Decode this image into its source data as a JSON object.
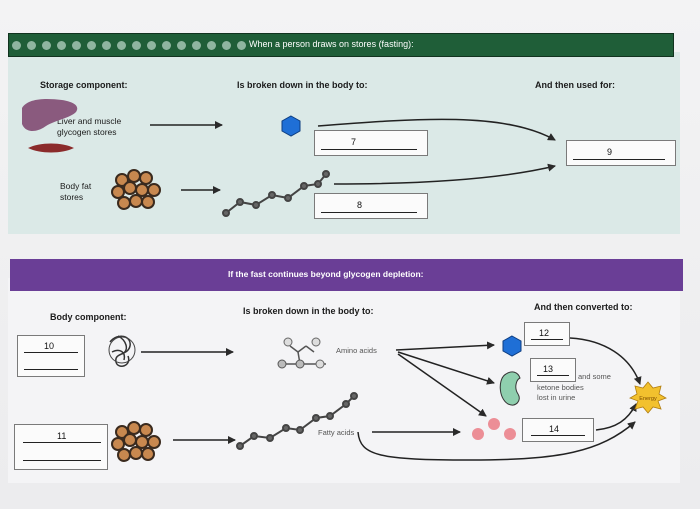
{
  "banner_top": {
    "title": "When a person draws on stores (fasting):"
  },
  "top_headers": {
    "storage": "Storage component:",
    "broken_down": "Is broken down in the body to:",
    "used_for": "And then used for:"
  },
  "top_labels": {
    "liver_line1": "Liver and muscle",
    "liver_line2": "glycogen stores",
    "fat_line1": "Body fat",
    "fat_line2": "stores"
  },
  "top_blanks": {
    "b7": "7",
    "b8": "8",
    "b9": "9"
  },
  "banner_bottom": {
    "title": "If the fast continues beyond glycogen depletion:"
  },
  "bottom_headers": {
    "body_component": "Body component:",
    "broken_down": "Is broken down in the body to:",
    "converted": "And then converted to:"
  },
  "bottom_labels": {
    "amino": "Amino acids",
    "fatty": "Fatty acids",
    "ketone_text1": "and some",
    "ketone_text2": "ketone bodies",
    "ketone_text3": "lost in urine",
    "energy": "Energy"
  },
  "bottom_blanks": {
    "b10": "10",
    "b11": "11",
    "b12": "12",
    "b13": "13",
    "b14": "14"
  },
  "colors": {
    "green_banner": "#1f5e38",
    "purple_banner": "#6a3e96",
    "glucose_blue": "#1f6fd6",
    "liver_purple": "#8a5a7e",
    "fat_brown": "#c8884f",
    "ketone_green": "#8fcfae",
    "pink": "#ec8e96",
    "energy_yellow": "#f2c12e"
  }
}
